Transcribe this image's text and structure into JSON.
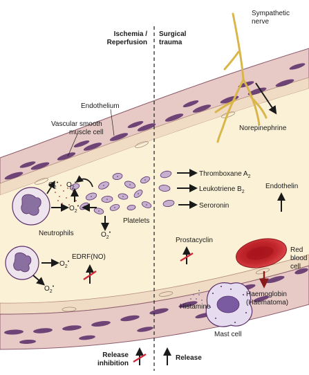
{
  "header": {
    "left_title_line1": "Ischemia /",
    "left_title_line2": "Reperfusion",
    "right_title_line1": "Surgical",
    "right_title_line2": "trauma"
  },
  "labels": {
    "sympathetic_nerve_line1": "Sympathetic",
    "sympathetic_nerve_line2": "nerve",
    "endothelium": "Endothelium",
    "vascular_smooth_muscle_line1": "Vascular smooth",
    "vascular_smooth_muscle_line2": "muscle cell",
    "norepinephrine": "Norepinephrine",
    "thromboxane": "Thromboxane A",
    "thromboxane_sub": "2",
    "leukotriene": "Leukotriene B",
    "leukotriene_sub": "2",
    "serotonin": "Seroronin",
    "endothelin": "Endothelin",
    "platelets": "Platelets",
    "neutrophils": "Neutrophils",
    "prostacyclin": "Prostacyclin",
    "edrf": "EDRF(NO)",
    "red_blood_cell_line1": "Red",
    "red_blood_cell_line2": "blood",
    "red_blood_cell_line3": "cell",
    "haemoglobin_line1": "Haemoglobin",
    "haemoglobin_line2": "(Haematoma)",
    "histamine": "Histamine",
    "mast_cell": "Mast cell",
    "superoxide": "O",
    "superoxide_sub": "2",
    "superoxide_sup": "•"
  },
  "legend": {
    "inhibition_line1": "Release",
    "inhibition_line2": "inhibition",
    "release": "Release"
  },
  "colors": {
    "vessel_wall": "#e7c9c6",
    "muscle_cell": "#c4a8c2",
    "nucleus": "#5a2d6a",
    "lumen": "#fbf1d6",
    "endothelium": "#f0dcc4",
    "nerve": "#d9b64a",
    "rbc": "#c0262c",
    "inhibit_cross": "#d0283a"
  }
}
